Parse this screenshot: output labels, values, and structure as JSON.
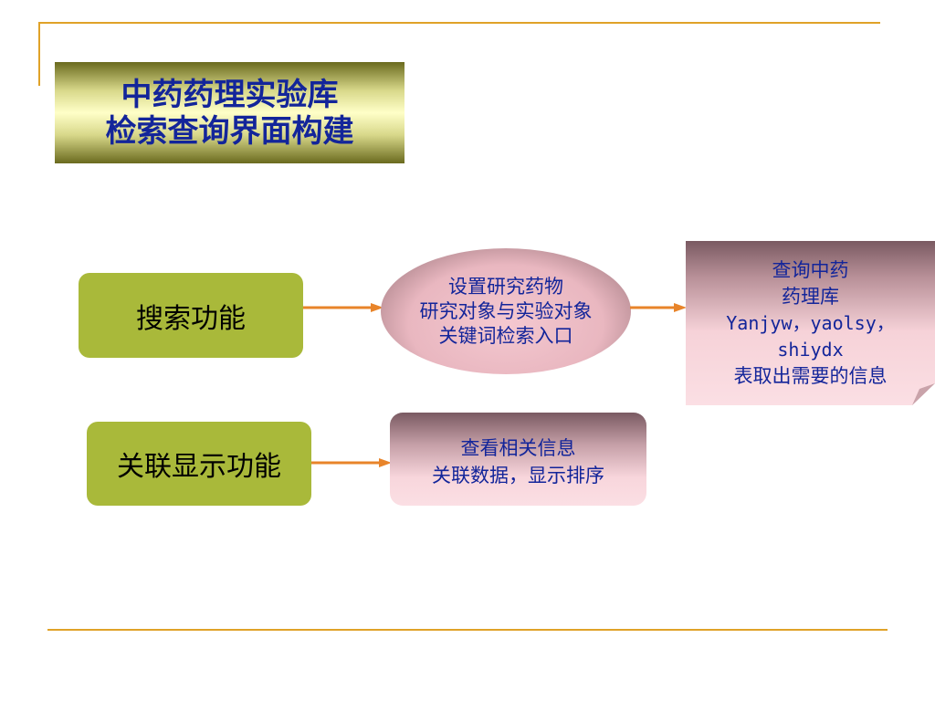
{
  "title": {
    "line1": "中药药理实验库",
    "line2": "检索查询界面构建"
  },
  "functions": {
    "search": "搜索功能",
    "assoc_display": "关联显示功能"
  },
  "ellipse": {
    "line1": "设置研究药物",
    "line2": "研究对象与实验对象",
    "line3": "关键词检索入口"
  },
  "result": {
    "line1": "查询中药",
    "line2": "药理库",
    "line3": "Yanjyw，yaolsy，",
    "line4": "shiydx",
    "line5": "表取出需要的信息"
  },
  "assoc_info": {
    "line1": "查看相关信息",
    "line2": "关联数据，显示排序"
  },
  "colors": {
    "accent_line": "#e0a228",
    "title_text": "#13259a",
    "function_box": "#a9b93a",
    "arrow": "#e8842a",
    "pink_fill": "#f4c8d0"
  }
}
